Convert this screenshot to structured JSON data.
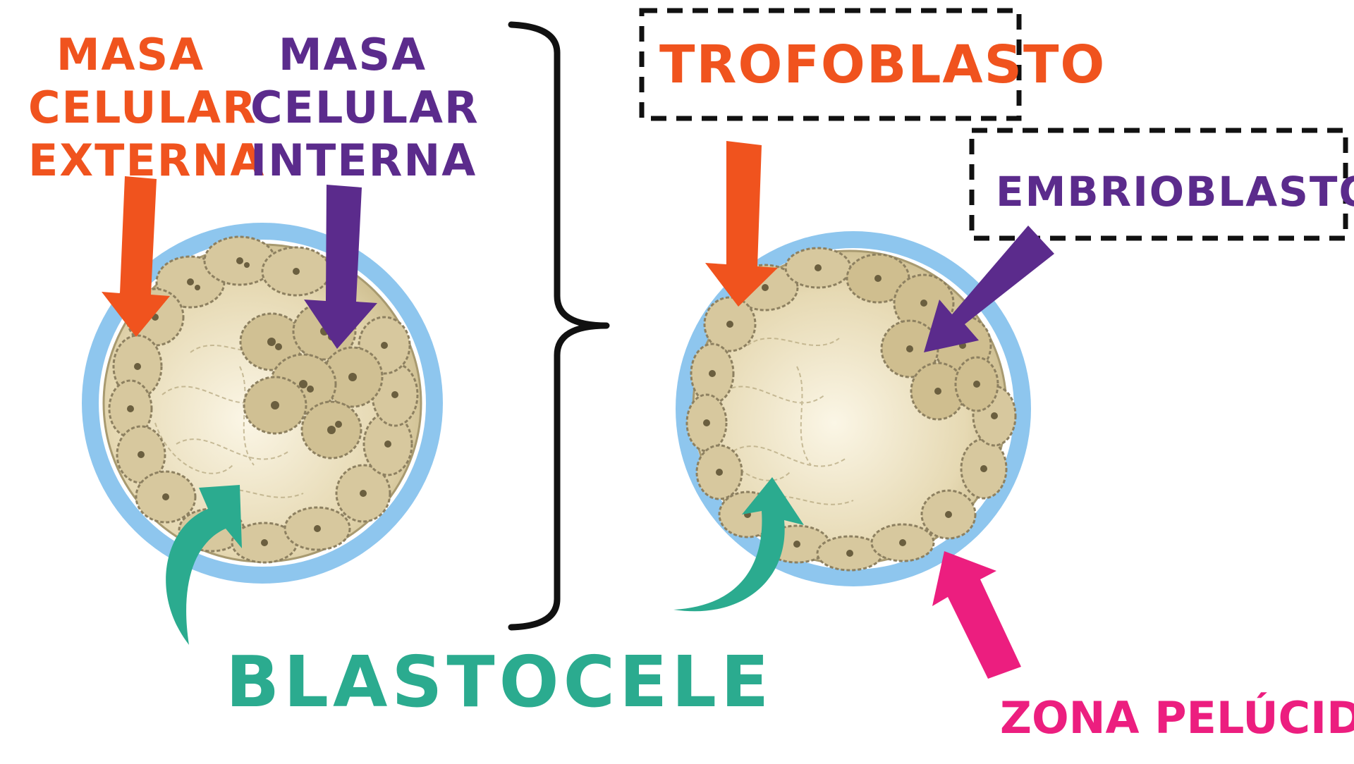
{
  "colors": {
    "outer": "#f0531e",
    "inner": "#5b2b8c",
    "blastocele": "#2bab8f",
    "zona": "#ec1e7f",
    "zona_ring": "#8ec6ee",
    "cell_fill": "#d7c89e",
    "cell_light": "#f4ecd2",
    "cell_line": "#8d8060",
    "bracket": "#111111"
  },
  "labels": {
    "outer_cell_mass": [
      "MASA",
      "CELULAR",
      "EXTERNA"
    ],
    "inner_cell_mass": [
      "MASA",
      "CELULAR",
      "INTERNA"
    ],
    "trophoblast": "TROFOBLASTO",
    "embryoblast": "EMBRIOBLASTO",
    "blastocoele": "BLASTOCELE",
    "zona_pellucida": "ZONA PELÚCIDA"
  }
}
